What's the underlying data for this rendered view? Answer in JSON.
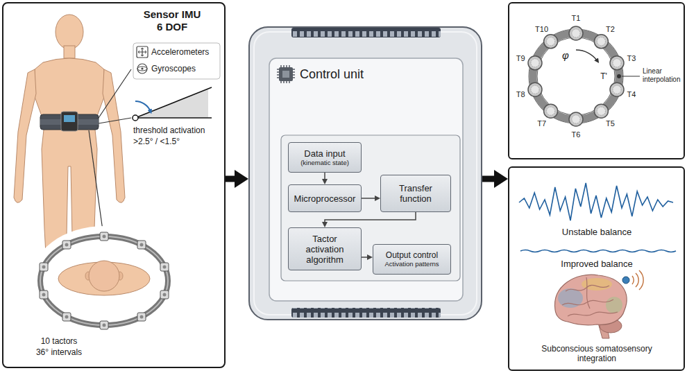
{
  "diagram": {
    "nodes": [
      {
        "text": [
          "Sensor IMU 6 DOF",
          "Accelerometers",
          "Gyroscopes",
          "threshold activation",
          ">2.5° / <1.5°",
          "10 tactors",
          "36° intervals"
        ]
      },
      {
        "text": [
          "Control unit"
        ]
      },
      {
        "text": [
          "Data input",
          "(kinematic state)"
        ],
        "in": 1
      },
      {
        "text": [
          "Microprocessor"
        ],
        "in": 1
      },
      {
        "text": [
          "Transfer function"
        ],
        "in": 1
      },
      {
        "text": [
          "Tactor activation algorithm"
        ],
        "in": 1
      },
      {
        "text": [
          "Output control",
          "Activation patterns"
        ],
        "in": 1
      },
      {
        "text": [
          "T1",
          "T2",
          "T3",
          "T4",
          "T5",
          "T6",
          "T7",
          "T8",
          "T9",
          "T10",
          "φ",
          "T'",
          "Linear interpolation"
        ]
      },
      {
        "text": [
          "Unstable balance",
          "Improved balance",
          "Subconscious somatosensory integration"
        ]
      }
    ],
    "edges": [
      {
        "from": 0,
        "to": 1,
        "arrow": "to"
      },
      {
        "from": 1,
        "to": 8,
        "arrow": "to"
      },
      {
        "from": 2,
        "to": 3,
        "arrow": "to"
      },
      {
        "from": 3,
        "to": 4,
        "arrow": "to"
      },
      {
        "from": 4,
        "to": 5,
        "arrow": "to"
      },
      {
        "from": 5,
        "to": 6,
        "arrow": "to"
      }
    ]
  }
}
